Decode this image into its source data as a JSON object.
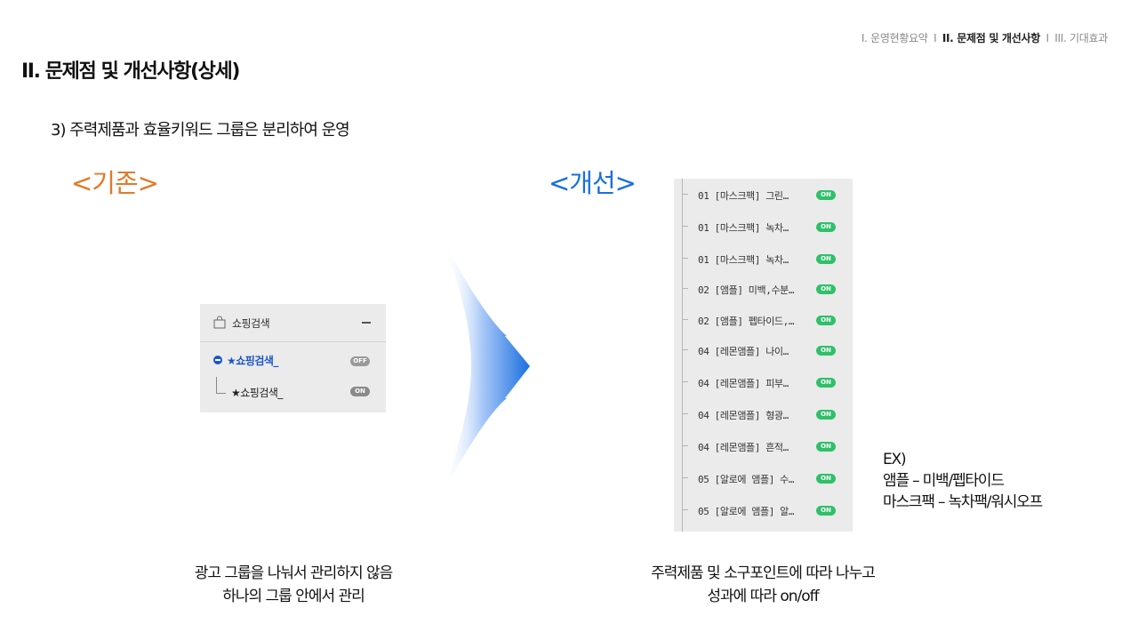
{
  "nav": {
    "item1": "I. 운영현황요약",
    "sep1": "I",
    "item2": "II. 문제점 및 개선사항",
    "sep2": "I",
    "item3": "III. 기대효과"
  },
  "title": "II. 문제점 및 개선사항(상세)",
  "subtitle": "3) 주력제품과 효율키워드 그룹은 분리하여 운영",
  "before": {
    "label": "<기존>",
    "panel": {
      "header": "쇼핑검색",
      "group_name": "★쇼핑검색_",
      "group_toggle": "OFF",
      "child_name": "★쇼핑검색_",
      "child_toggle": "ON"
    },
    "caption_line1": "광고 그룹을 나눠서 관리하지 않음",
    "caption_line2": "하나의 그룹 안에서 관리"
  },
  "after": {
    "label": "<개선>",
    "items": [
      {
        "text": "01 [마스크팩] 그린…",
        "toggle": "ON"
      },
      {
        "text": "01 [마스크팩] 녹차…",
        "toggle": "ON"
      },
      {
        "text": "01 [마스크팩] 녹차…",
        "toggle": "ON"
      },
      {
        "text": "02 [앰플] 미백,수분…",
        "toggle": "ON"
      },
      {
        "text": "02 [앰플] 펩타이드,…",
        "toggle": "ON"
      },
      {
        "text": "04 [레몬앰플] 나이…",
        "toggle": "ON"
      },
      {
        "text": "04 [레몬앰플] 피부…",
        "toggle": "ON"
      },
      {
        "text": "04 [레몬앰플] 형광…",
        "toggle": "ON"
      },
      {
        "text": "04 [레몬앰플] 흔적…",
        "toggle": "ON"
      },
      {
        "text": "05 [알로에 앰플] 수…",
        "toggle": "ON"
      },
      {
        "text": "05 [알로에 앰플] 알…",
        "toggle": "ON"
      }
    ],
    "caption_line1": "주력제품 및 소구포인트에 따라 나누고",
    "caption_line2": "성과에 따라 on/off"
  },
  "example": {
    "line1": "EX)",
    "line2": "앰플 – 미백/펩타이드",
    "line3": "마스크팩 – 녹차팩/워시오프"
  }
}
